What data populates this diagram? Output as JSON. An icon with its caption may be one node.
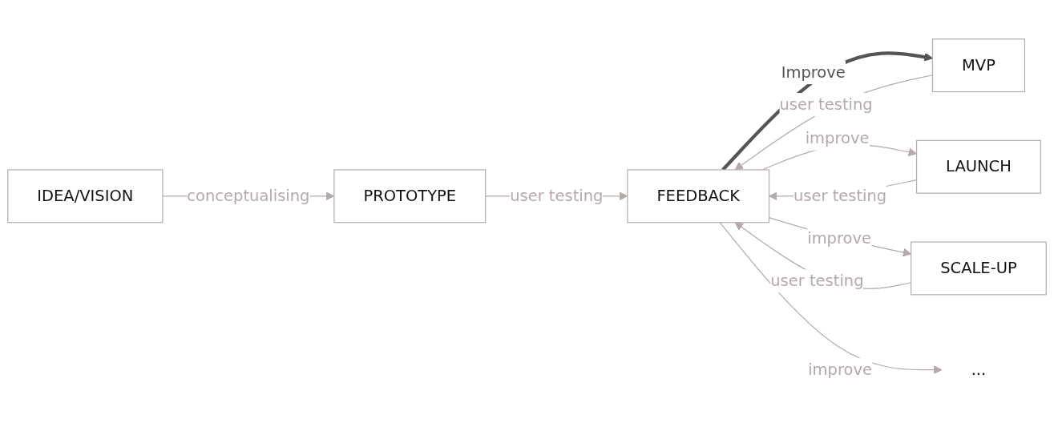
{
  "diagram": {
    "nodes": [
      {
        "text": [
          "IDEA/VISION"
        ]
      },
      {
        "text": [
          "PROTOTYPE"
        ]
      },
      {
        "text": [
          "FEEDBACK"
        ]
      },
      {
        "text": [
          "MVP"
        ]
      },
      {
        "text": [
          "LAUNCH"
        ]
      },
      {
        "text": [
          "SCALE-UP"
        ]
      },
      {
        "text": [
          "..."
        ]
      }
    ],
    "edges": [
      {
        "from": 0,
        "to": 1,
        "arrow": "to",
        "label": "conceptualising"
      },
      {
        "from": 1,
        "to": 2,
        "arrow": "to",
        "label": "user testing"
      },
      {
        "from": 2,
        "to": 3,
        "arrow": "to",
        "label": "Improve",
        "style": "thick",
        "color": "#555555"
      },
      {
        "from": 3,
        "to": 2,
        "arrow": "to",
        "label": "user testing"
      },
      {
        "from": 2,
        "to": 4,
        "arrow": "to",
        "label": "improve"
      },
      {
        "from": 4,
        "to": 2,
        "arrow": "to",
        "label": "user testing"
      },
      {
        "from": 2,
        "to": 5,
        "arrow": "to",
        "label": "improve"
      },
      {
        "from": 5,
        "to": 2,
        "arrow": "to",
        "label": "user testing"
      },
      {
        "from": 2,
        "to": 6,
        "arrow": "to",
        "label": "improve"
      }
    ]
  }
}
